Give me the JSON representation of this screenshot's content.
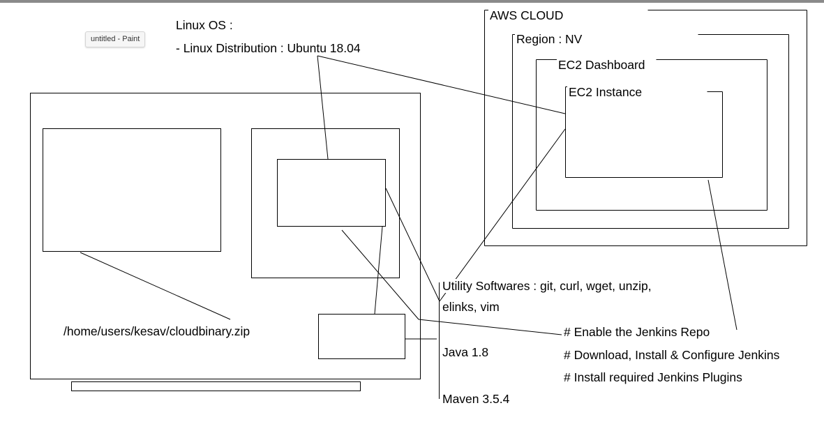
{
  "tooltip": {
    "text": "untitled - Paint"
  },
  "labels": {
    "linux_os": "Linux OS :",
    "linux_distribution": "- Linux Distribution : Ubuntu 18.04",
    "aws_cloud": "AWS CLOUD",
    "region": "Region : NV",
    "ec2_dashboard": "EC2 Dashboard",
    "ec2_instance": "EC2 Instance",
    "utility_softwares": "Utility Softwares : git, curl, wget, unzip,",
    "utility_softwares_cont": "elinks, vim",
    "java": "Java 1.8",
    "maven": "Maven 3.5.4",
    "file_path": "/home/users/kesav/cloudbinary.zip",
    "jenkins_repo": "# Enable the Jenkins Repo",
    "jenkins_install": "# Download, Install & Configure Jenkins",
    "jenkins_plugins": "# Install required Jenkins Plugins"
  },
  "colors": {
    "stroke": "#000000",
    "background": "#ffffff",
    "tooltip_bg": "#f6f6f6"
  }
}
